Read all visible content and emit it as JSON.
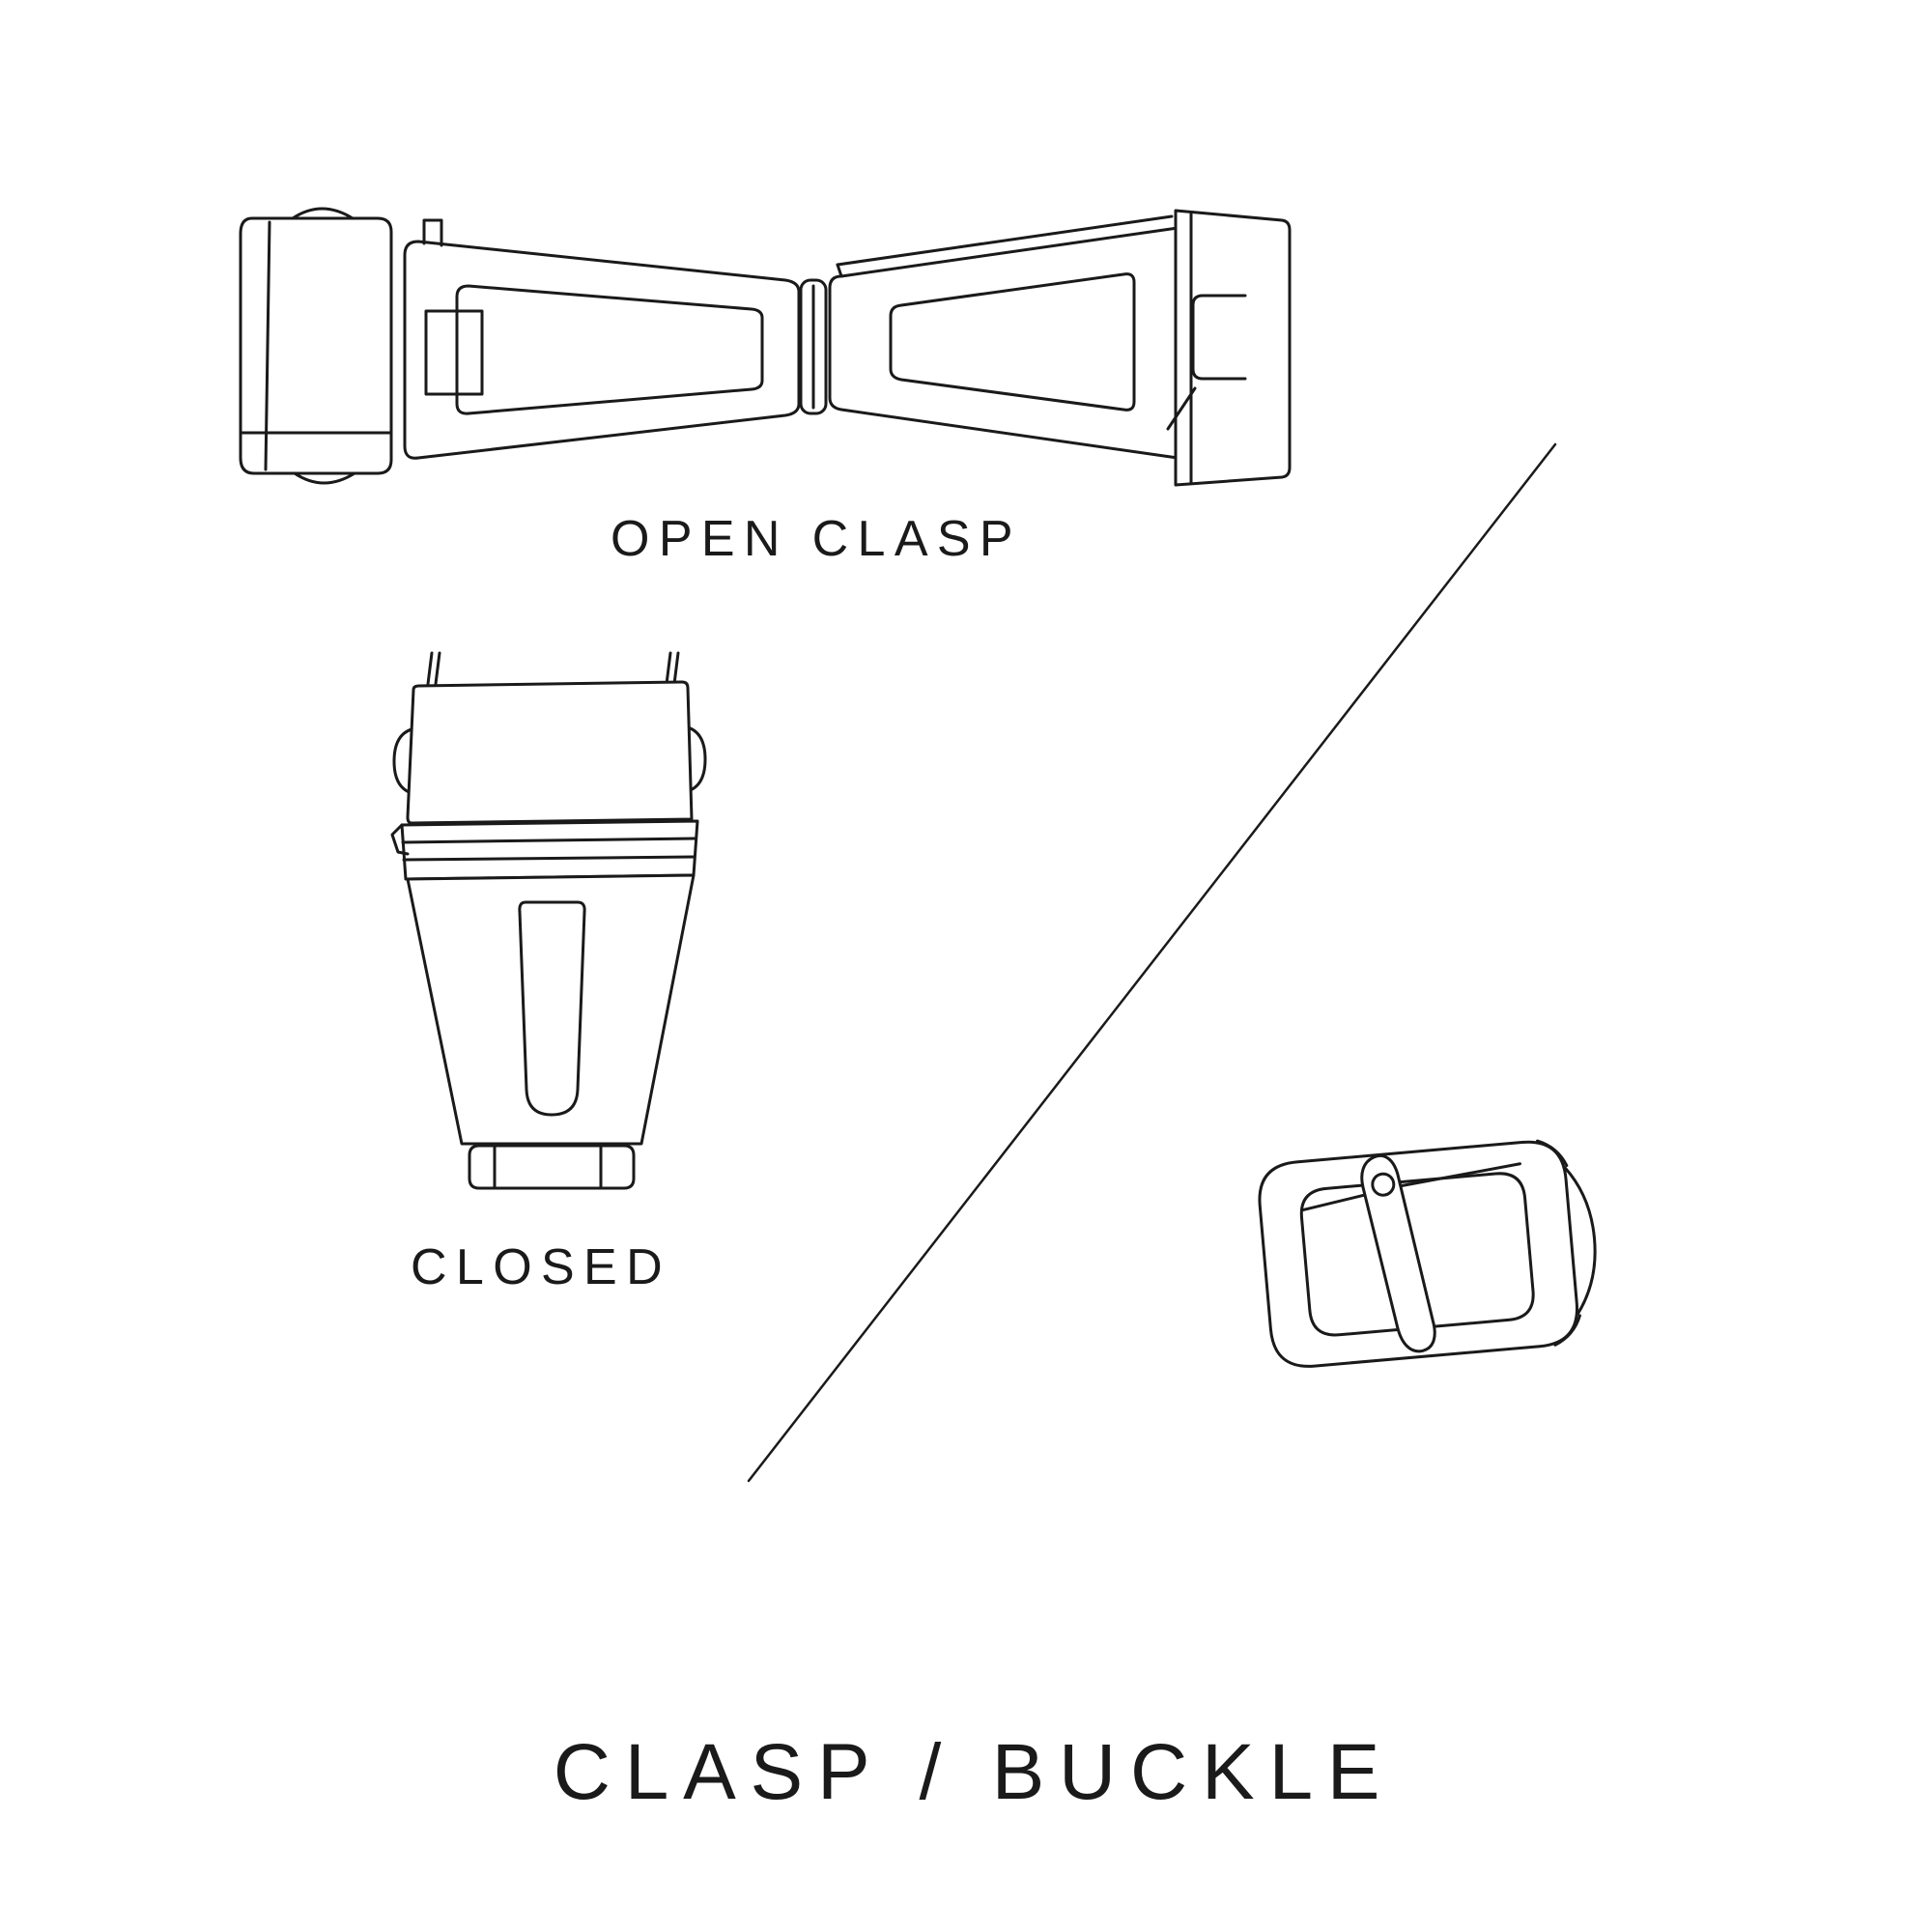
{
  "title": "CLASP / BUCKLE",
  "figures": {
    "open_clasp": {
      "label": "OPEN CLASP"
    },
    "closed_clasp": {
      "label": "CLOSED"
    }
  },
  "icons": {
    "open_clasp": "open-clasp-drawing",
    "closed_clasp": "closed-clasp-drawing",
    "buckle": "pin-buckle-drawing",
    "divider": "diagonal-divider-line"
  },
  "colors": {
    "background": "#ffffff",
    "ink": "#1a1a1a"
  }
}
